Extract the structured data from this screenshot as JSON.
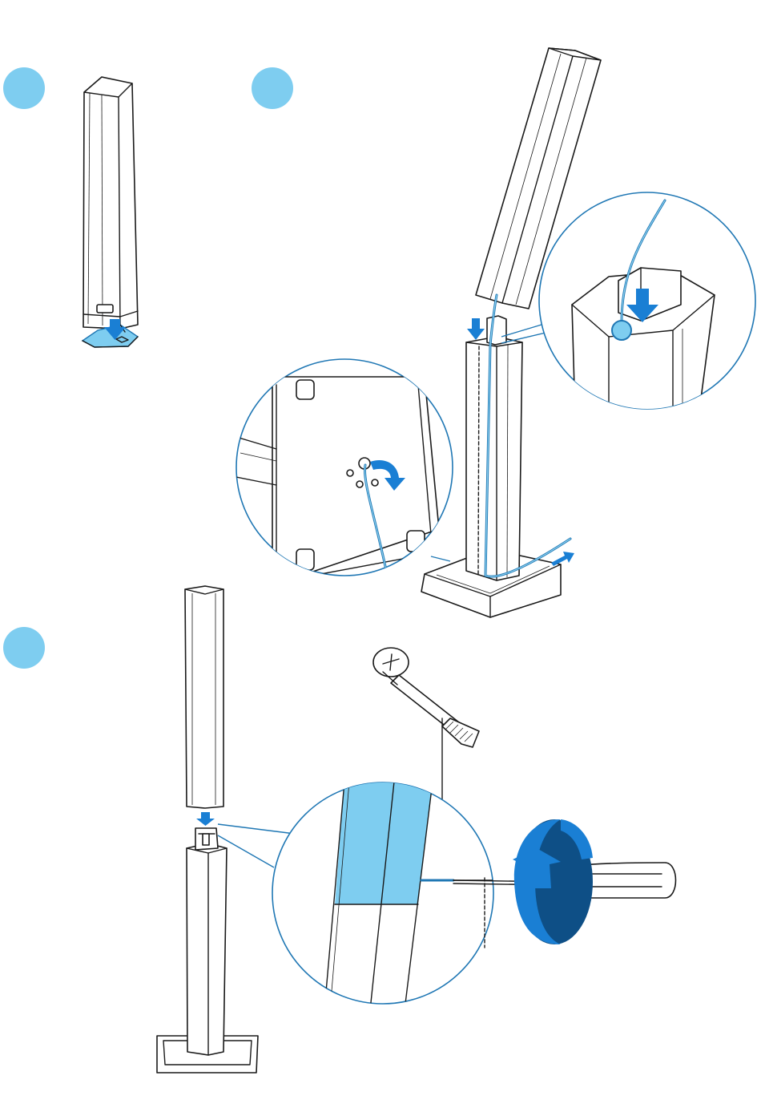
{
  "colors": {
    "step_badge": "#7ecdf0",
    "arrow": "#1a7fd4",
    "cable": "#1f77b4",
    "callout": "#1f77b4",
    "highlight": "#7ecdf0",
    "outline": "#1a1a1a",
    "ring_dark": "#0e4f86"
  },
  "steps": [
    {
      "id": 1,
      "description": "speaker-cap-removal"
    },
    {
      "id": 2,
      "description": "cable-routing-through-stand"
    },
    {
      "id": 3,
      "description": "speaker-mount-screw-fastening"
    }
  ],
  "icons": [
    "down-arrow-icon",
    "curved-arrow-icon",
    "cable-push-arrow-icon",
    "rotate-arrow-icon",
    "screw-icon",
    "screwdriver-icon"
  ]
}
